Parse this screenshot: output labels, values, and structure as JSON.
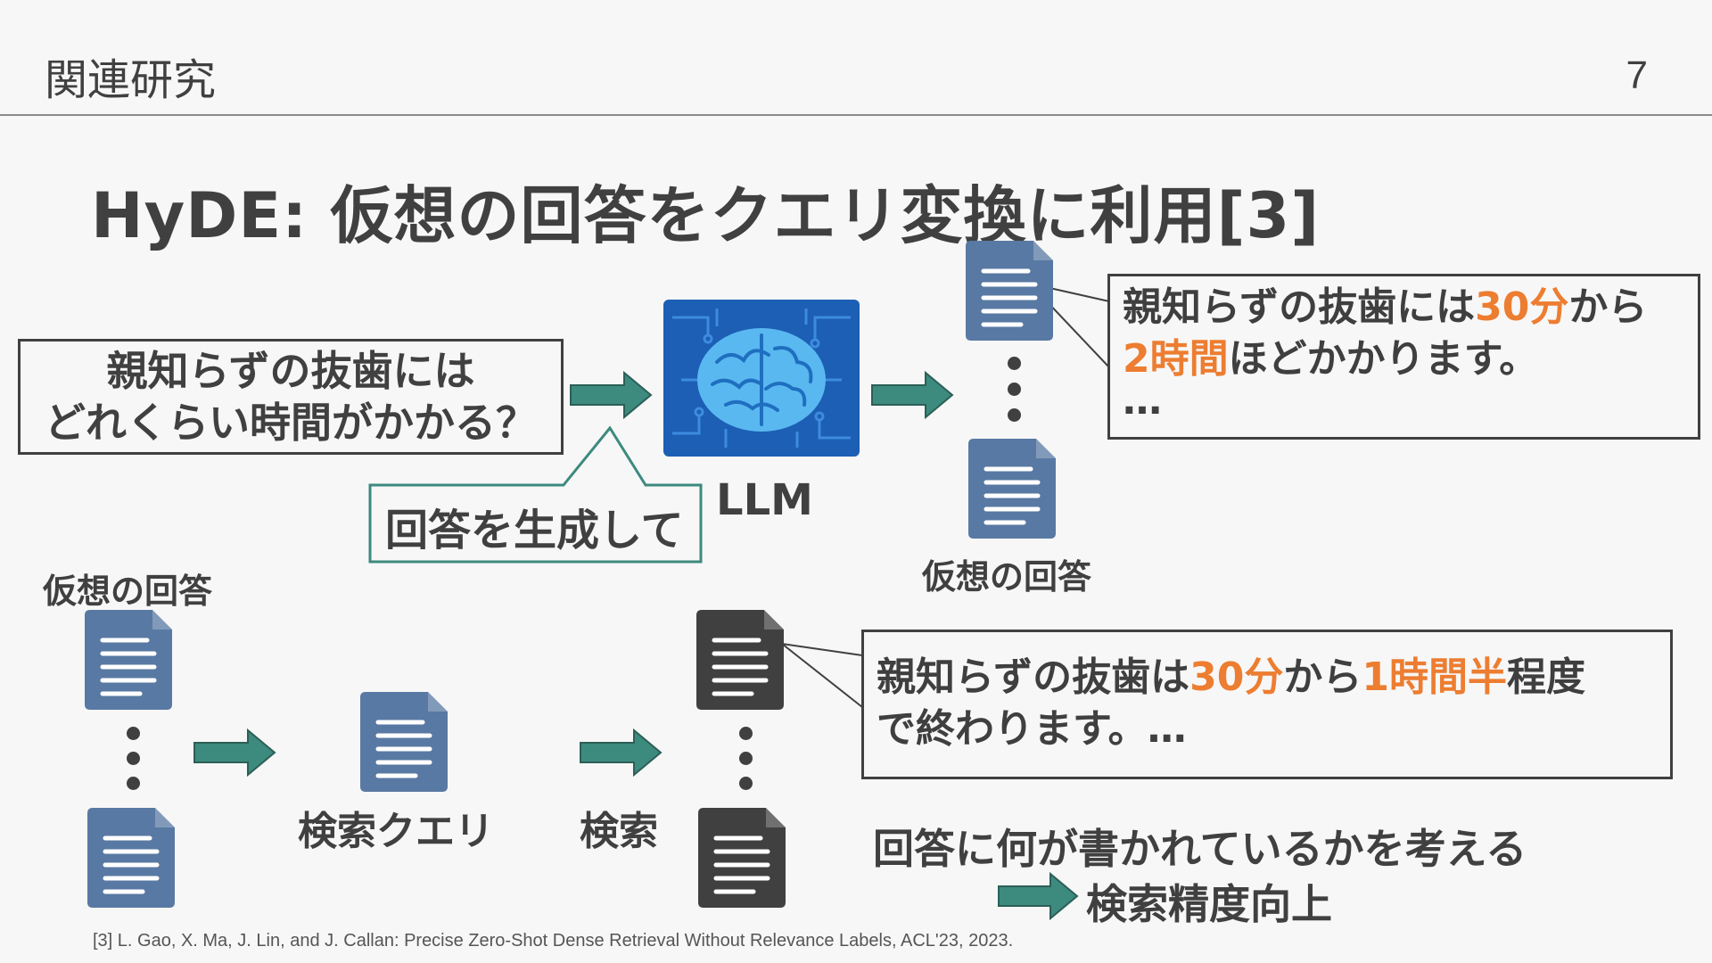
{
  "header": {
    "title": "関連研究",
    "page_number": "7"
  },
  "slide": {
    "title": "HyDE: 仮想の回答をクエリ変換に利用[3]"
  },
  "query": {
    "line1": "親知らずの抜歯には",
    "line2": "どれくらい時間がかかる？"
  },
  "prompt_callout": "回答を生成して",
  "llm_label": "LLM",
  "hypothetical_answer": {
    "part1": "親知らずの抜歯には",
    "highlight1": "30分",
    "part2": "から",
    "highlight2": "2時間",
    "part3": "ほどかかります。",
    "ellipsis": "…"
  },
  "labels": {
    "hypothetical_right": "仮想の回答",
    "hypothetical_left": "仮想の回答",
    "search_query": "検索クエリ",
    "search": "検索"
  },
  "retrieved_doc": {
    "part1": "親知らずの抜歯は",
    "highlight1": "30分",
    "part2": "から",
    "highlight2": "1時間半",
    "part3": "程度",
    "line2": "で終わります。…"
  },
  "conclusion": {
    "line1": "回答に何が書かれているかを考える",
    "line2": "検索精度向上"
  },
  "footnote": "[3] L. Gao, X. Ma, J. Lin, and J. Callan: Precise Zero-Shot Dense Retrieval Without Relevance Labels, ACL'23, 2023.",
  "colors": {
    "doc_blue": "#5879a3",
    "doc_dark": "#404040",
    "arrow_teal": "#3d8a7e",
    "highlight_orange": "#ed7d31",
    "chip_blue": "#1c5fb4"
  },
  "icons": [
    "document-icon",
    "brain-chip-icon",
    "arrow-right-icon"
  ]
}
